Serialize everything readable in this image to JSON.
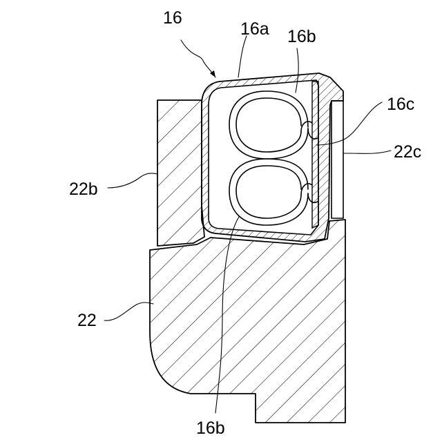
{
  "figure": {
    "labels": {
      "seal_assembly": "16",
      "outer_shell": "16a",
      "coil_spring_top": "16b",
      "coil_spring_bottom": "16b",
      "inner_lip": "16c",
      "channel_wall": "22c",
      "upper_block": "22b",
      "base_body": "22"
    }
  }
}
